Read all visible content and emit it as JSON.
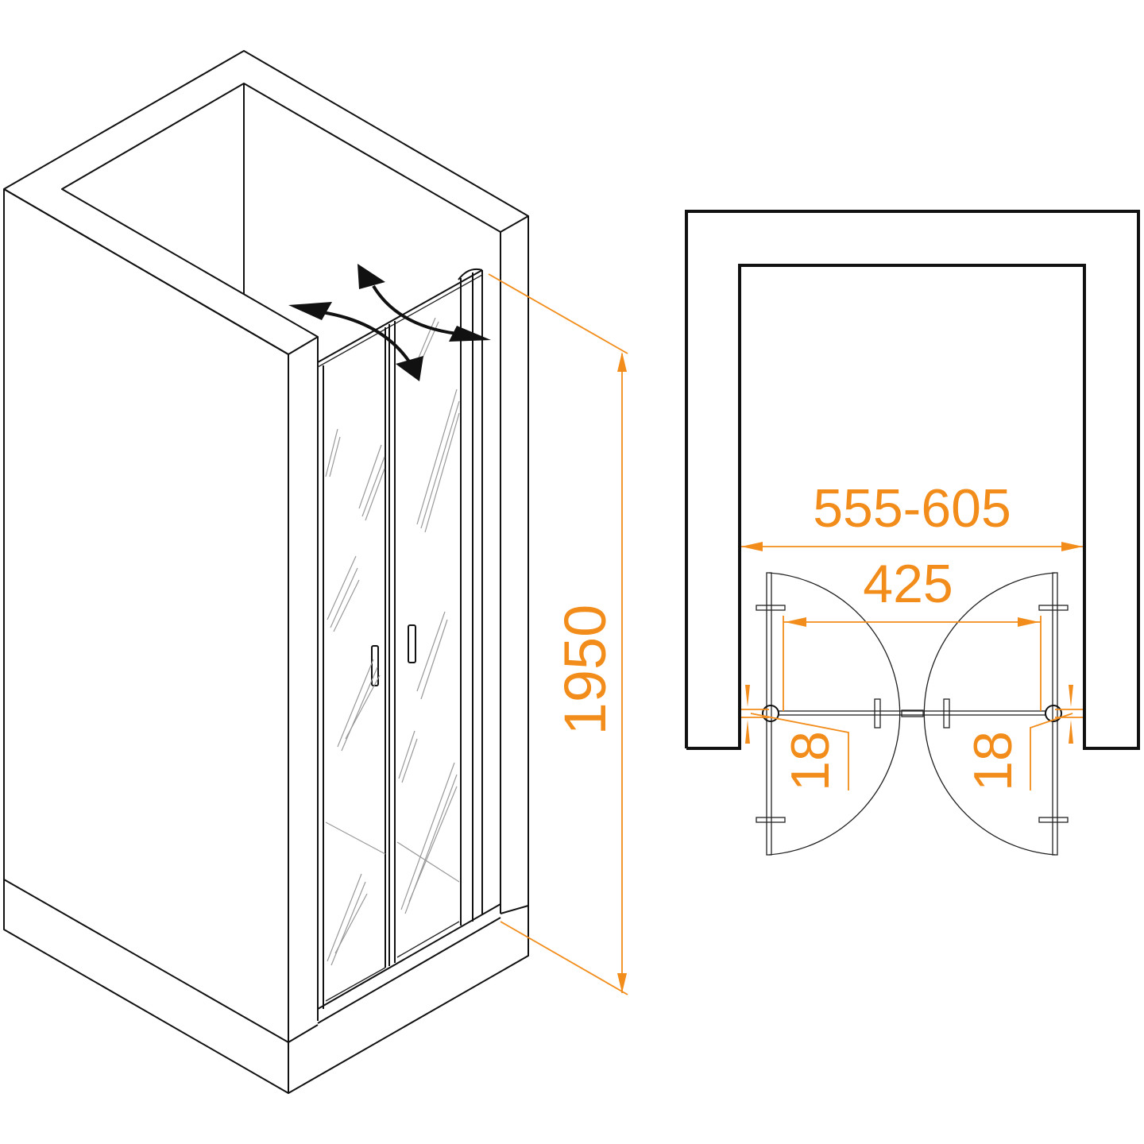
{
  "dimensions": {
    "height": "1950",
    "width_range": "555-605",
    "opening": "425",
    "left_offset": "18",
    "right_offset": "18"
  },
  "colors": {
    "dimension": "#F28C1A",
    "line": "#111111"
  }
}
